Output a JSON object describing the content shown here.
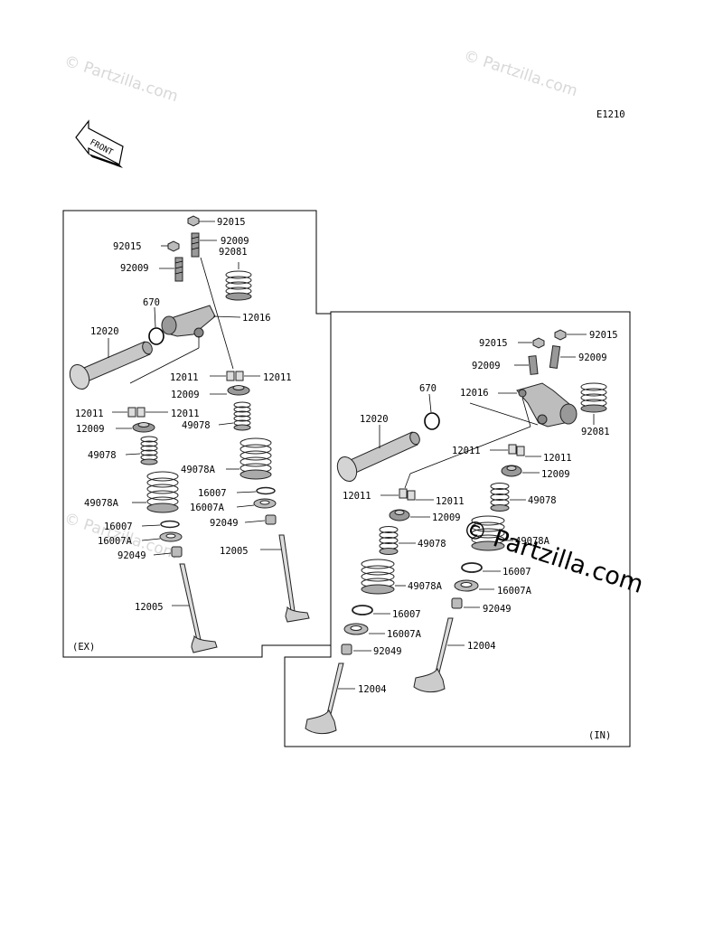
{
  "diagram_code": "E1210",
  "front_arrow_text": "FRONT",
  "watermark": "© Partzilla.com",
  "watermark_big": "© Partzilla.com",
  "panels": {
    "exhaust": {
      "tag": "(EX)"
    },
    "intake": {
      "tag": "(IN)"
    }
  },
  "ex_labels": {
    "nut_top": "92015",
    "nut_left": "92015",
    "screw_top": "92009",
    "screw_left": "92009",
    "spring_arm": "92081",
    "oring": "670",
    "shaft": "12020",
    "rocker": "12016",
    "keeper_r1": "12011",
    "keeper_r2": "12011",
    "retainer_r": "12009",
    "spring_r_in": "49078",
    "spring_r_out": "49078A",
    "seat_r": "16007",
    "seat_r_a": "16007A",
    "seal_r": "92049",
    "valve_r": "12005",
    "keeper_l1": "12011",
    "keeper_l2": "12011",
    "retainer_l": "12009",
    "spring_l_in": "49078",
    "spring_l_out": "49078A",
    "seat_l": "16007",
    "seat_l_a": "16007A",
    "seal_l": "92049",
    "valve_l": "12005"
  },
  "in_labels": {
    "nut_top": "92015",
    "nut_left": "92015",
    "screw_top": "92009",
    "screw_left": "92009",
    "spring_arm": "92081",
    "oring": "670",
    "shaft": "12020",
    "rocker": "12016",
    "keeper_r1": "12011",
    "keeper_r2": "12011",
    "retainer_r": "12009",
    "spring_r_in": "49078",
    "spring_r_out": "49078A",
    "seat_r": "16007",
    "seat_r_a": "16007A",
    "seal_r": "92049",
    "valve_r": "12004",
    "keeper_l1": "12011",
    "keeper_l2": "12011",
    "retainer_l": "12009",
    "spring_l_in": "49078",
    "spring_l_out": "49078A",
    "seat_l": "16007",
    "seat_l_a": "16007A",
    "seal_l": "92049",
    "valve_l": "12004"
  }
}
